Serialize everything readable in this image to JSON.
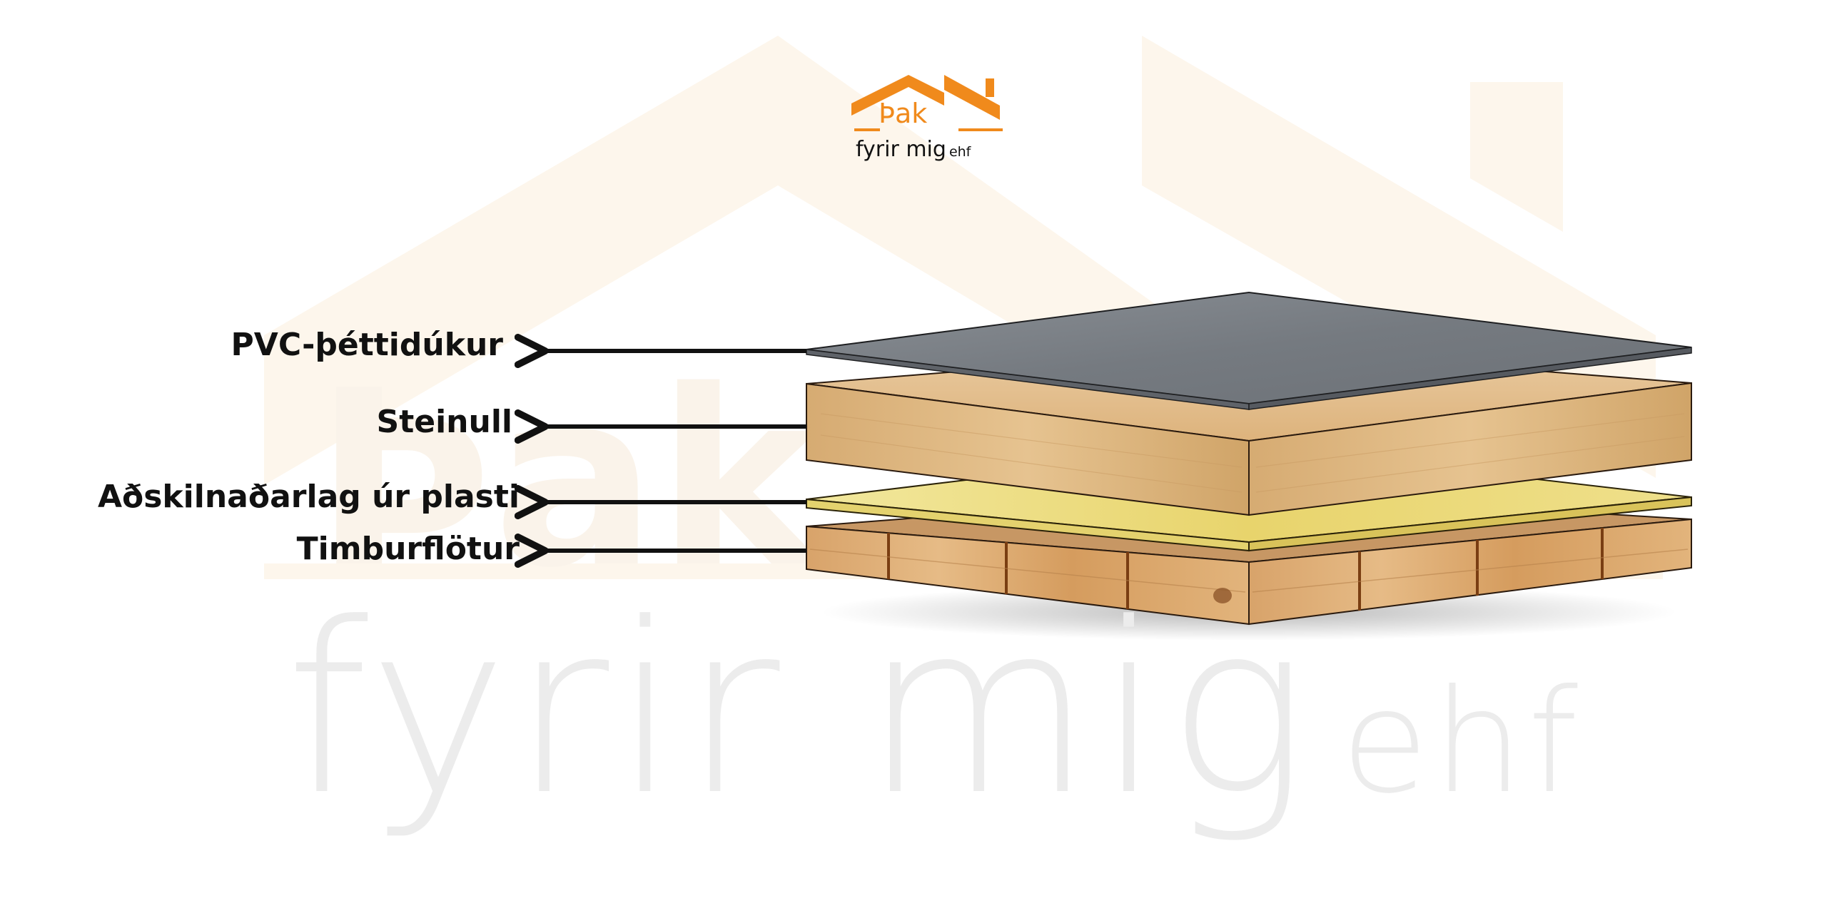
{
  "watermark": {
    "text": "fyrir mig",
    "suffix": "ehf",
    "mark": "Þak"
  },
  "logo": {
    "mark": "Þak",
    "name": "fyrir mig",
    "suffix": "ehf",
    "icon": "house-roof-logo"
  },
  "colors": {
    "logo_orange": "#f08a1c",
    "watermark_roof": "#fdf6ec",
    "watermark_text": "#ececec",
    "pvc_membrane": "#7c8187",
    "mineral_wool": "#ddb57e",
    "separation_layer": "#efe08c",
    "timber_boards": "#d9a66c",
    "text": "#111111"
  },
  "layers": [
    {
      "label": "PVC-þéttidúkur"
    },
    {
      "label": "Steinull"
    },
    {
      "label": "Aðskilnaðarlag úr plasti"
    },
    {
      "label": "Timburflötur"
    }
  ]
}
